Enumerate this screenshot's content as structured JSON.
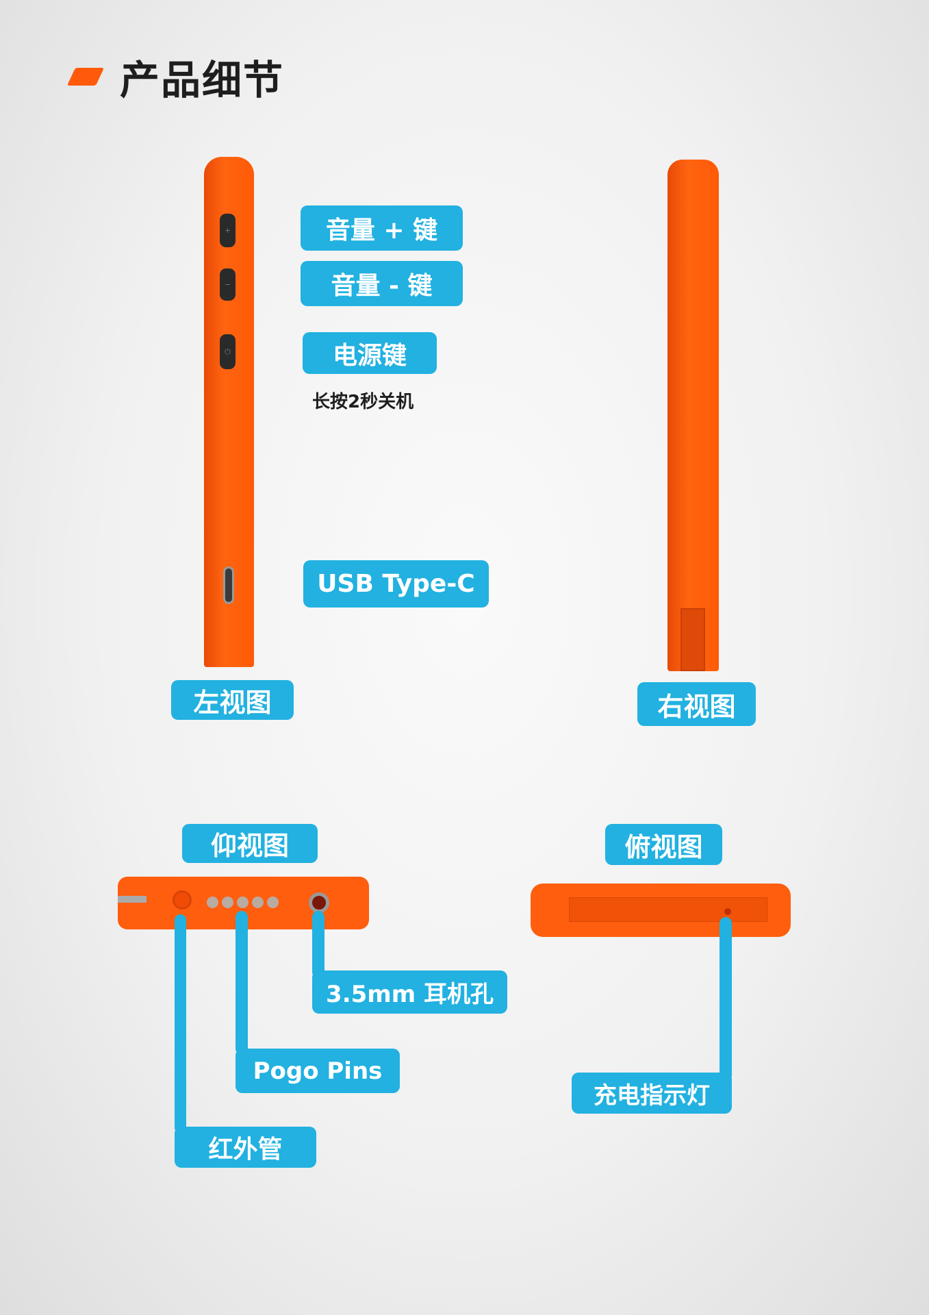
{
  "title": "产品细节",
  "labels": {
    "vol_up": "音量 + 键",
    "vol_down": "音量 - 键",
    "power": "电源键",
    "power_note": "长按2秒关机",
    "usb": "USB Type-C",
    "left_view": "左视图",
    "right_view": "右视图",
    "bottom_view": "仰视图",
    "top_view": "俯视图",
    "headphone": "3.5mm 耳机孔",
    "pogo": "Pogo Pins",
    "ir": "红外管",
    "charge_led": "充电指示灯"
  },
  "icons": {
    "vol_up": "+",
    "vol_down": "−",
    "power": "⏻"
  },
  "colors": {
    "accent": "#22b1e0",
    "device": "#ff5a0a",
    "title_mark": "#ff5a0a"
  }
}
